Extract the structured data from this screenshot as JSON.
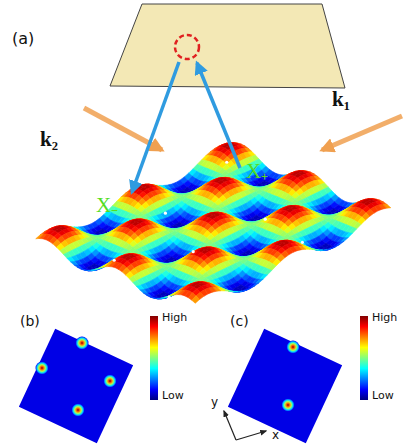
{
  "diagram": {
    "labels": [
      "(a)",
      "k₁",
      "k₂",
      "X₊",
      "X₋",
      "(b)",
      "High",
      "Low",
      "(c)",
      "High",
      "Low",
      "y",
      "x"
    ]
  }
}
